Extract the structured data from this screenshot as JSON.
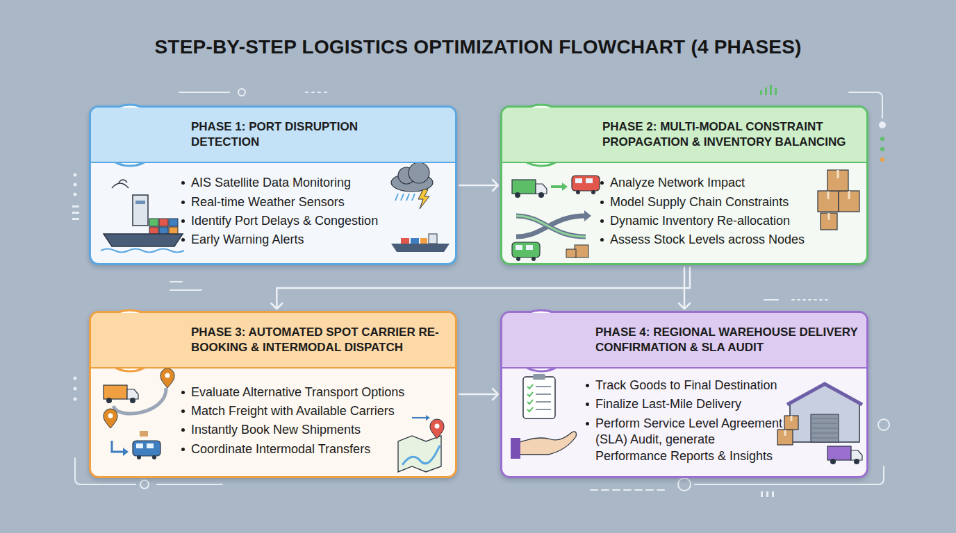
{
  "diagram": {
    "title": "STEP-BY-STEP LOGISTICS OPTIMIZATION FLOWCHART (4 PHASES)",
    "nodes": [
      {
        "text": [
          "PHASE 1: PORT DISRUPTION DETECTION",
          "AIS Satellite Data Monitoring",
          "Real-time Weather Sensors",
          "Identify Port Delays & Congestion",
          "Early Warning Alerts"
        ]
      },
      {
        "text": [
          "PHASE 2: MULTI-MODAL CONSTRAINT PROPAGATION & INVENTORY BALANCING",
          "Analyze Network Impact",
          "Model Supply Chain Constraints",
          "Dynamic Inventory Re-allocation",
          "Assess Stock Levels across Nodes"
        ]
      },
      {
        "text": [
          "PHASE 3: AUTOMATED SPOT CARRIER RE-BOOKING & INTERMODAL DISPATCH",
          "Evaluate Alternative Transport Options",
          "Match Freight with Available Carriers",
          "Instantly Book New Shipments",
          "Coordinate Intermodal Transfers"
        ]
      },
      {
        "text": [
          "PHASE 4: REGIONAL WAREHOUSE DELIVERY CONFIRMATION & SLA AUDIT",
          "Track Goods to Final Destination",
          "Finalize Last-Mile Delivery",
          "Perform Service Level Agreement (SLA) Audit, generate Performance Reports & Insights"
        ]
      }
    ],
    "edges": [
      {
        "from": 0,
        "to": 1,
        "arrow": "to"
      },
      {
        "from": 1,
        "to": 2,
        "arrow": "to"
      },
      {
        "from": 2,
        "to": 3,
        "arrow": "to"
      },
      {
        "from": 1,
        "to": 3,
        "arrow": "to"
      }
    ]
  }
}
